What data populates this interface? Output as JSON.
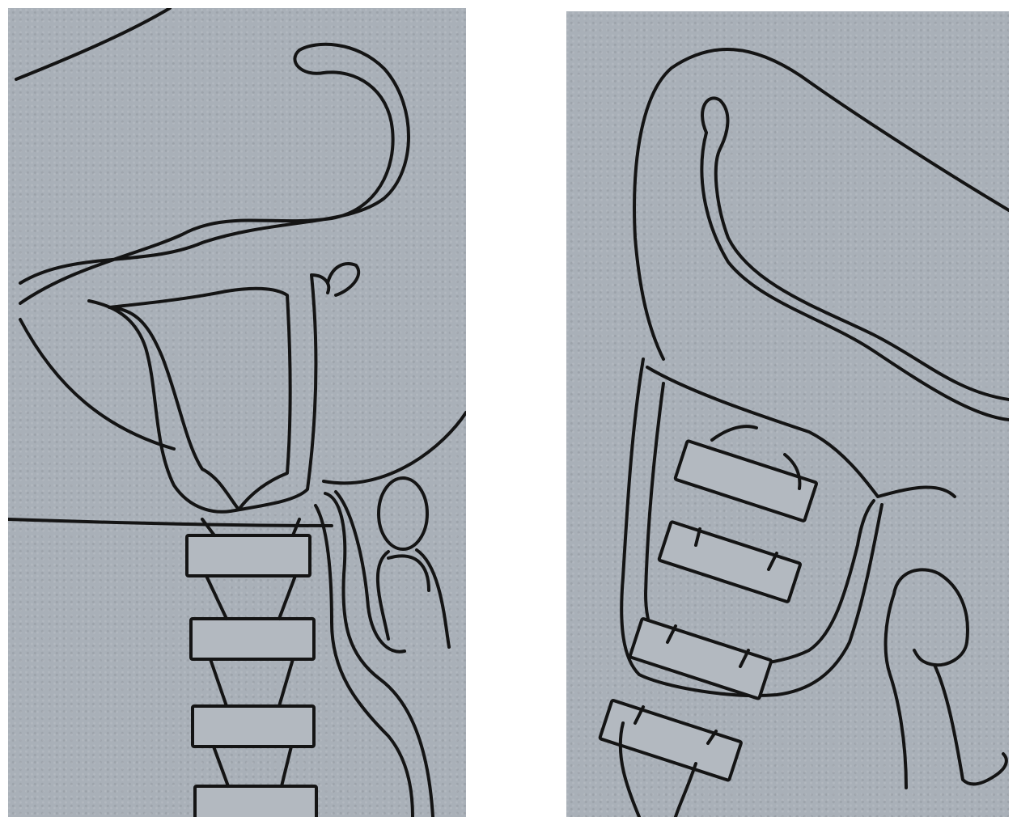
{
  "figure": {
    "panels": [
      {
        "id": "left",
        "subject": "posture-neck-aligned"
      },
      {
        "id": "right",
        "subject": "posture-head-tilted"
      }
    ],
    "colors": {
      "panel_background": "#a9b0b8",
      "line": "#141414",
      "page_background": "#ffffff"
    }
  }
}
